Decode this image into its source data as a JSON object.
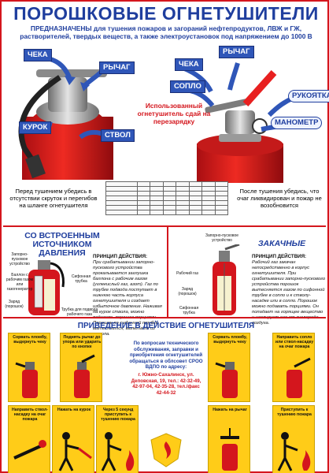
{
  "header": {
    "title": "ПОРОШКОВЫЕ ОГНЕТУШИТЕЛИ",
    "subtitle": "ПРЕДНАЗНАЧЕНЫ для тушения пожаров и загораний нефтепродуктов, ЛВЖ и ГЖ, растворителей, твердых веществ, а также электроустановок под напряжением до 1000 В"
  },
  "left_diagram": {
    "labels": {
      "check": "ЧЕКА",
      "lever": "РЫЧАГ",
      "trigger": "КУРОК",
      "barrel": "СТВОЛ"
    },
    "caption": "Перед тушением убедись в отсутствии скруток и перегибов на шланге огнетушителя"
  },
  "right_diagram": {
    "labels": {
      "check": "ЧЕКА",
      "lever": "РЫЧАГ",
      "nozzle": "СОПЛО",
      "handle": "РУКОЯТКА",
      "gauge": "МАНОМЕТР"
    },
    "caption": "После тушения убедись, что очаг ликвидирован и пожар не возобновится"
  },
  "recharge_note": "Использованный огнетушитель сдай на перезарядку",
  "built_in": {
    "title": "СО ВСТРОЕННЫМ ИСТОЧНИКОМ ДАВЛЕНИЯ",
    "labels": {
      "l1": "Запорно-пусковое устройство",
      "l2": "Баллон с рабочим газом или газогенератор",
      "l3": "Заряд (порошок)",
      "l4": "Сифонная трубка",
      "l5": "Трубка для подвода рабочего газа"
    },
    "principle_title": "ПРИНЦИП ДЕЙСТВИЯ:",
    "principle_text": "При срабатывании запорно-пускового устройства прокалывается заглушка баллона с рабочим газом (углекислый газ, азот). Газ по трубке подвода поступает в нижнюю часть корпуса огнетушителя и создает избыточное давление. Наживая на курок ствола, можно подавать порошок порциями. Порошок по сифонной трубке вытесняется, вылетает из ствола."
  },
  "stored": {
    "title": "ЗАКАЧНЫЕ",
    "labels": {
      "l1": "Запорно-пусковое устройство",
      "l2": "Рабочий газ",
      "l3": "Заряд (порошок)",
      "l4": "Сифонная трубка"
    },
    "principle_title": "ПРИНЦИП ДЕЙСТВИЯ:",
    "principle_text": "Рабочий газ закачан непосредственно в корпус огнетушителя. При срабатывании запорно-пускового устройства порошок вытесняется газом по сифонной трубке в сопло и к стволу-насадке или в сопло. Порошок можно подавать порциями. Он попадает на горящее вещество и изолирует его от кислорода воздуха."
  },
  "activation": {
    "title": "ПРИВЕДЕНИЕ В ДЕЙСТВИЕ ОГНЕТУШИТЕЛЯ",
    "steps_left": [
      "Сорвать пломбу, выдернуть чеку",
      "Поднять рычаг до упора или ударить по кнопке",
      "Направить ствол-насадку на очаг пожара",
      "Нажать на курок",
      "Через 5 секунд приступить к тушению пожара"
    ],
    "steps_right": [
      "Сорвать пломбу, выдернуть чеку",
      "Направить сопло или ствол-насадку на очаг пожара",
      "Нажать на рычаг",
      "Приступить к тушению пожара"
    ],
    "contact_text": "По вопросам технического обслуживания, заправки и приобретения огнетушителей обращаться в облсовет СРОО ВДПО по адресу:",
    "address": "г. Южно-Сахалинск, ул. Деповская, 19, тел.: 42-32-49, 42-97-04, 42-35-28, тел./факс 42-44-32"
  },
  "colors": {
    "red": "#d4161d",
    "blue": "#1f3e9e",
    "yellow": "#ffcc18"
  }
}
